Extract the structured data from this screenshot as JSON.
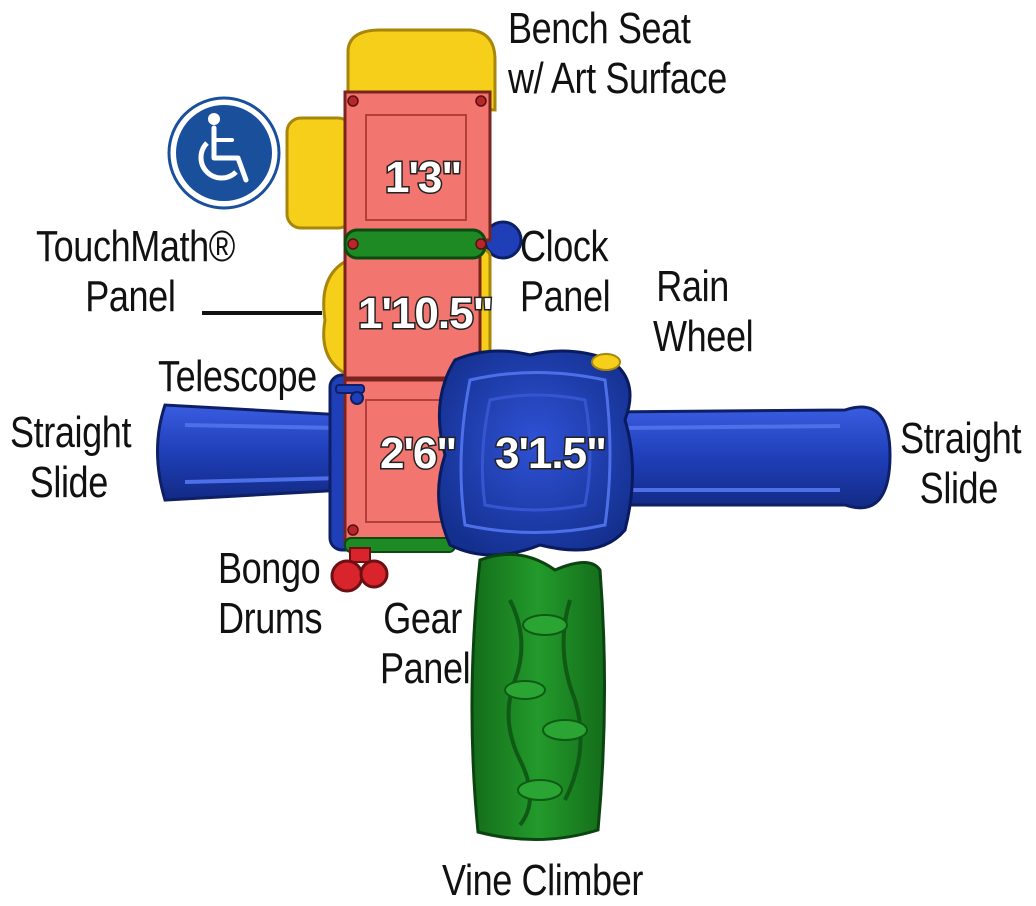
{
  "accessibility_icon": "wheelchair-icon",
  "colors": {
    "deck_red": "#f2756f",
    "slide_blue": "#1f3fb8",
    "accent_yellow": "#f5cf1a",
    "climber_green": "#1d8a24",
    "drum_red": "#d8242a",
    "access_badge": "#1a4f9c"
  },
  "dimensions": {
    "deck_1": "1'3\"",
    "deck_2": "1'10.5\"",
    "deck_3": "2'6\"",
    "deck_4": "3'1.5\""
  },
  "labels": {
    "bench_seat_line1": "Bench Seat",
    "bench_seat_line2": "w/ Art Surface",
    "touchmath_line1": "TouchMath®",
    "touchmath_line2": "Panel",
    "clock_line1": "Clock",
    "clock_line2": "Panel",
    "rain_line1": "Rain",
    "rain_line2": "Wheel",
    "telescope": "Telescope",
    "slide_left_line1": "Straight",
    "slide_left_line2": "Slide",
    "slide_right_line1": "Straight",
    "slide_right_line2": "Slide",
    "bongo_line1": "Bongo",
    "bongo_line2": "Drums",
    "gear_line1": "Gear",
    "gear_line2": "Panel",
    "vine_climber": "Vine Climber"
  }
}
